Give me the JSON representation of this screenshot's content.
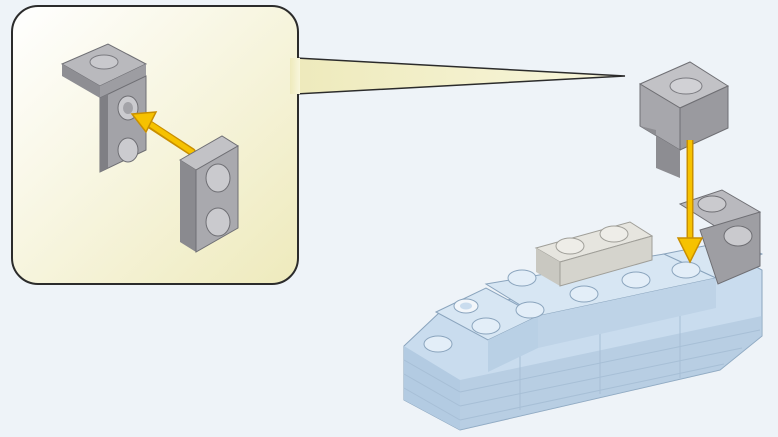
{
  "scene": {
    "type": "brick-building-instruction-step",
    "background_color": "#eef3f8",
    "callout": {
      "background_color": "#f4f3d2",
      "border_color": "#2b2b2b",
      "shows": "attach-plate-with-2-studs-to-side-of-bracket"
    },
    "colors": {
      "gray_brick": "#a9a9ad",
      "gray_brick_dark": "#7d7d82",
      "light_gray_brick": "#d9d8d2",
      "light_blue_brick": "#c9dcee",
      "light_blue_brick_dark": "#9fb8cf",
      "arrow": "#f6c200",
      "arrow_outline": "#c98f00"
    },
    "icons": [
      "bracket-piece",
      "plate-1x2",
      "placement-arrow",
      "boat-hull"
    ]
  }
}
